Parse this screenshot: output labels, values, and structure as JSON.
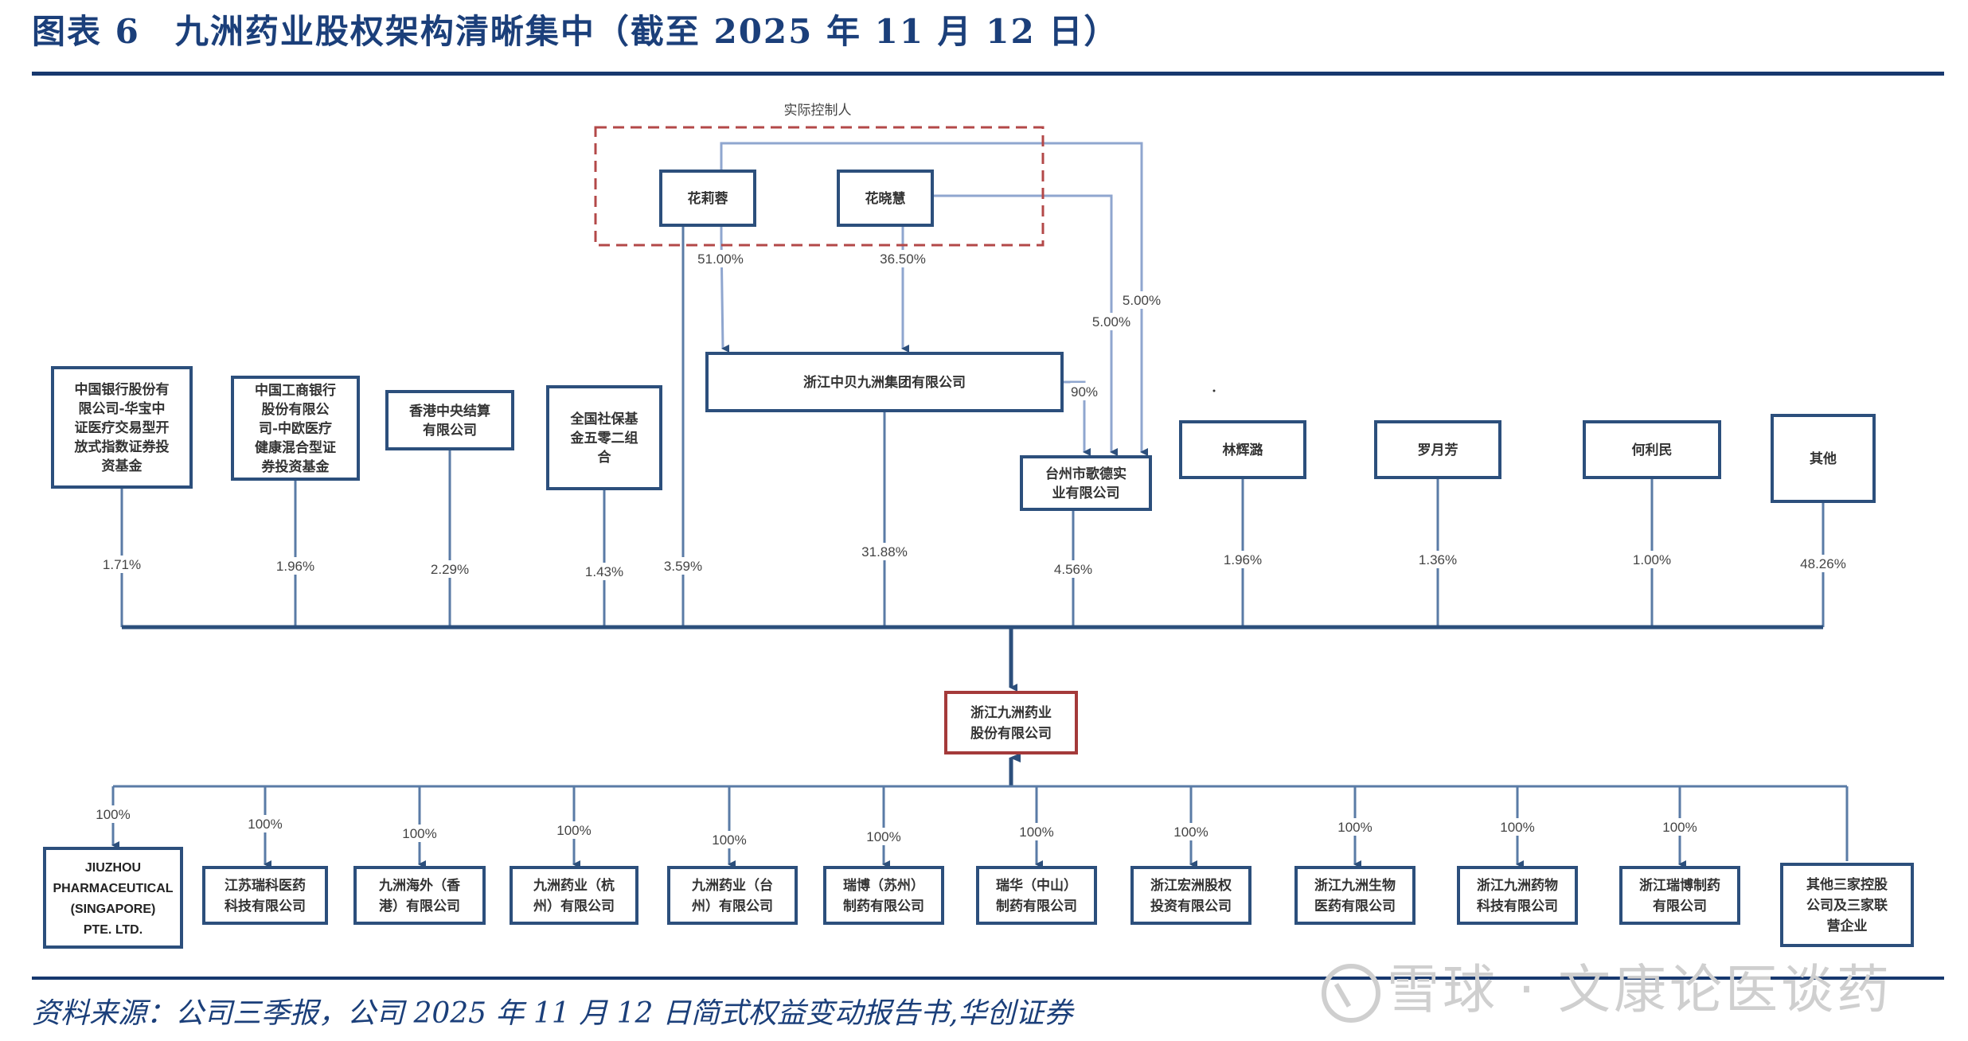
{
  "header": {
    "title": "图表 6　九洲药业股权架构清晰集中（截至 2025 年 11 月 12 日）"
  },
  "footer": {
    "source": "资料来源：公司三季报，公司 2025 年 11 月 12 日简式权益变动报告书,华创证券",
    "watermark": "雪球 · 文康论医谈药"
  },
  "colors": {
    "primary": "#1b3f7a",
    "box_border": "#2c4f7c",
    "highlight_border": "#a43a3a",
    "line": "#5a7ba6"
  },
  "controllers": {
    "group_label": "实际控制人",
    "people": [
      {
        "id": "hua_lihui",
        "name": "花莉蓉"
      },
      {
        "id": "hua_xiaohui",
        "name": "花晓慧"
      }
    ]
  },
  "holding_company": {
    "name": "浙江中贝九洲集团有限公司",
    "owners": [
      {
        "from": "花莉蓉",
        "pct": "51.00%"
      },
      {
        "from": "花晓慧",
        "pct": "36.50%"
      }
    ]
  },
  "intermediate": {
    "name": [
      "台州市歌德实",
      "业有限公司"
    ],
    "owners": [
      {
        "from": "浙江中贝九洲集团有限公司",
        "pct": "90%"
      },
      {
        "from": "花晓慧",
        "pct": "5.00%"
      },
      {
        "from": "花莉蓉",
        "pct": "5.00%"
      }
    ]
  },
  "shareholders": [
    {
      "name": [
        "中国银行股份有",
        "限公司-华宝中",
        "证医疗交易型开",
        "放式指数证券投",
        "资基金"
      ],
      "pct": "1.71%"
    },
    {
      "name": [
        "中国工商银行",
        "股份有限公",
        "司-中欧医疗",
        "健康混合型证",
        "券投资基金"
      ],
      "pct": "1.96%"
    },
    {
      "name": [
        "香港中央结算",
        "有限公司"
      ],
      "pct": "2.29%"
    },
    {
      "name": [
        "全国社保基",
        "金五零二组",
        "合"
      ],
      "pct": "1.43%"
    },
    {
      "name": [
        "花莉蓉"
      ],
      "pct": "3.59%"
    },
    {
      "name": [
        "浙江中贝九洲集团有限公司"
      ],
      "pct": "31.88%"
    },
    {
      "name": [
        "台州市歌德实业有限公司"
      ],
      "pct": "4.56%"
    },
    {
      "name": [
        "林辉潞"
      ],
      "pct": "1.96%"
    },
    {
      "name": [
        "罗月芳"
      ],
      "pct": "1.36%"
    },
    {
      "name": [
        "何利民"
      ],
      "pct": "1.00%"
    },
    {
      "name": [
        "其他"
      ],
      "pct": "48.26%"
    }
  ],
  "company": {
    "name": [
      "浙江九洲药业",
      "股份有限公司"
    ]
  },
  "subsidiaries": [
    {
      "name": [
        "JIUZHOU",
        "PHARMACEUTICAL",
        "(SINGAPORE)",
        "PTE. LTD."
      ],
      "pct": "100%"
    },
    {
      "name": [
        "江苏瑞科医药",
        "科技有限公司"
      ],
      "pct": "100%"
    },
    {
      "name": [
        "九洲海外（香",
        "港）有限公司"
      ],
      "pct": "100%"
    },
    {
      "name": [
        "九洲药业（杭",
        "州）有限公司"
      ],
      "pct": "100%"
    },
    {
      "name": [
        "九洲药业（台",
        "州）有限公司"
      ],
      "pct": "100%"
    },
    {
      "name": [
        "瑞博（苏州）",
        "制药有限公司"
      ],
      "pct": "100%"
    },
    {
      "name": [
        "瑞华（中山）",
        "制药有限公司"
      ],
      "pct": "100%"
    },
    {
      "name": [
        "浙江宏洲股权",
        "投资有限公司"
      ],
      "pct": "100%"
    },
    {
      "name": [
        "浙江九洲生物",
        "医药有限公司"
      ],
      "pct": "100%"
    },
    {
      "name": [
        "浙江九洲药物",
        "科技有限公司"
      ],
      "pct": "100%"
    },
    {
      "name": [
        "浙江瑞博制药",
        "有限公司"
      ],
      "pct": "100%"
    },
    {
      "name": [
        "其他三家控股",
        "公司及三家联",
        "营企业"
      ],
      "pct": ""
    }
  ]
}
